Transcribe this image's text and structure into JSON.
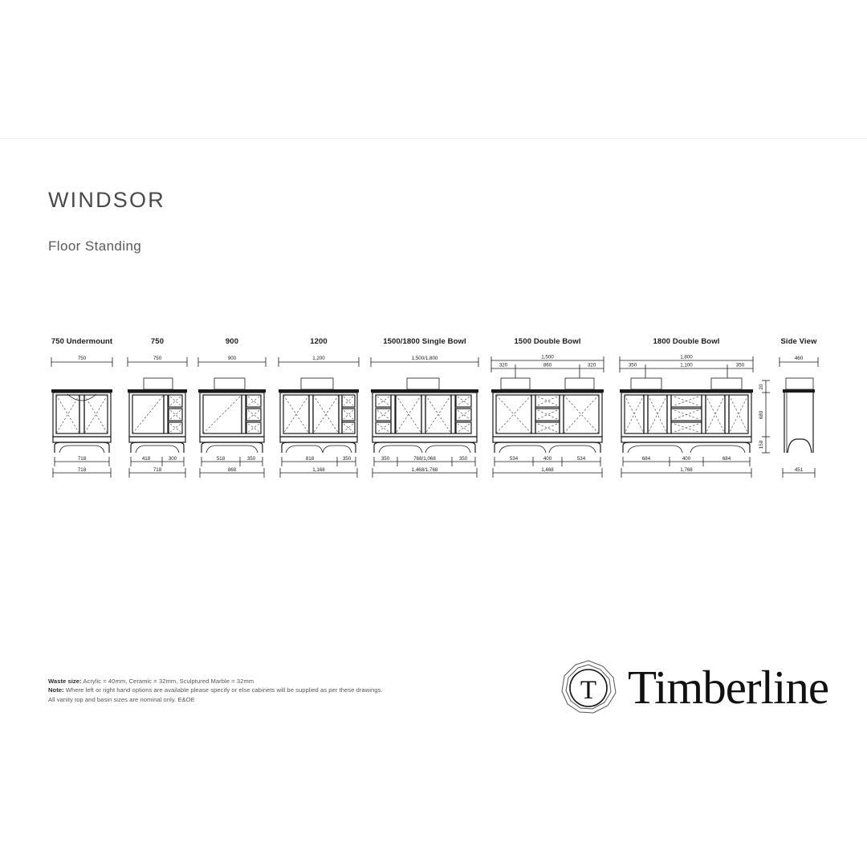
{
  "document": {
    "title": "WINDSOR",
    "subtitle": "Floor Standing"
  },
  "footnotes": {
    "waste_label": "Waste size:",
    "waste_text": "Acrylic = 40mm, Ceramic = 32mm, Sculptured Marble = 32mm",
    "note_label": "Note:",
    "note_text": "Where left or right hand options are available please specify or else cabinets will be supplied as per these drawings. All vanity top and basin sizes are nominal only.  E&OE"
  },
  "brand": {
    "name": "Timberline",
    "monogram": "T"
  },
  "models": [
    {
      "id": "750-undermount",
      "title": "750 Undermount",
      "top_dims": [
        "750"
      ],
      "bottom_dims_upper": [
        "718"
      ],
      "bottom_dims_lower": [
        "718"
      ]
    },
    {
      "id": "750",
      "title": "750",
      "top_dims": [
        "750"
      ],
      "bottom_dims_upper": [
        "418",
        "300"
      ],
      "bottom_dims_lower": [
        "718"
      ]
    },
    {
      "id": "900",
      "title": "900",
      "top_dims": [
        "900"
      ],
      "bottom_dims_upper": [
        "518",
        "350"
      ],
      "bottom_dims_lower": [
        "868"
      ]
    },
    {
      "id": "1200",
      "title": "1200",
      "top_dims": [
        "1,200"
      ],
      "bottom_dims_upper": [
        "818",
        "350"
      ],
      "bottom_dims_lower": [
        "1,168"
      ]
    },
    {
      "id": "1500-1800-single-bowl",
      "title": "1500/1800 Single Bowl",
      "top_dims": [
        "1,500/1,800"
      ],
      "bottom_dims_upper": [
        "350",
        "768/1,068",
        "350"
      ],
      "bottom_dims_lower": [
        "1,468/1,768"
      ]
    },
    {
      "id": "1500-double-bowl",
      "title": "1500 Double Bowl",
      "top_dims": [
        "1,500"
      ],
      "top_dims_sub": [
        "320",
        "860",
        "320"
      ],
      "bottom_dims_upper": [
        "534",
        "400",
        "534"
      ],
      "bottom_dims_lower": [
        "1,468"
      ]
    },
    {
      "id": "1800-double-bowl",
      "title": "1800 Double Bowl",
      "top_dims": [
        "1,800"
      ],
      "top_dims_sub": [
        "350",
        "1,100",
        "350"
      ],
      "bottom_dims_upper": [
        "684",
        "400",
        "684"
      ],
      "bottom_dims_lower": [
        "1,768"
      ]
    },
    {
      "id": "side-view",
      "title": "Side View",
      "top_dims": [
        "460"
      ],
      "height_dims": [
        "20",
        "680",
        "150"
      ],
      "bottom_dims_lower": [
        "451"
      ]
    }
  ]
}
